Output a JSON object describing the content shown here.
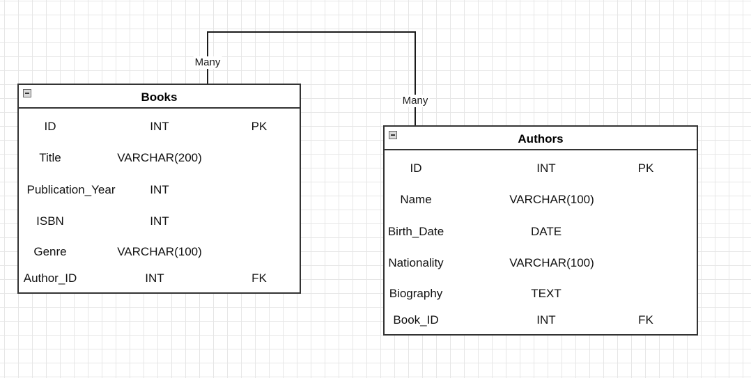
{
  "relationship": {
    "left_label": "Many",
    "right_label": "Many"
  },
  "entities": [
    {
      "title": "Books",
      "rows": [
        [
          "ID",
          "INT",
          "PK"
        ],
        [
          "Title",
          "VARCHAR(200)",
          ""
        ],
        [
          "Publication_Year",
          "INT",
          ""
        ],
        [
          "ISBN",
          "INT",
          ""
        ],
        [
          "Genre",
          "VARCHAR(100)",
          ""
        ],
        [
          "Author_ID",
          "INT",
          "FK"
        ]
      ]
    },
    {
      "title": "Authors",
      "rows": [
        [
          "ID",
          "INT",
          "PK"
        ],
        [
          "Name",
          "VARCHAR(100)",
          ""
        ],
        [
          "Birth_Date",
          "DATE",
          ""
        ],
        [
          "Nationality",
          "VARCHAR(100)",
          ""
        ],
        [
          "Biography",
          "TEXT",
          ""
        ],
        [
          "Book_ID",
          "INT",
          "FK"
        ]
      ]
    }
  ]
}
